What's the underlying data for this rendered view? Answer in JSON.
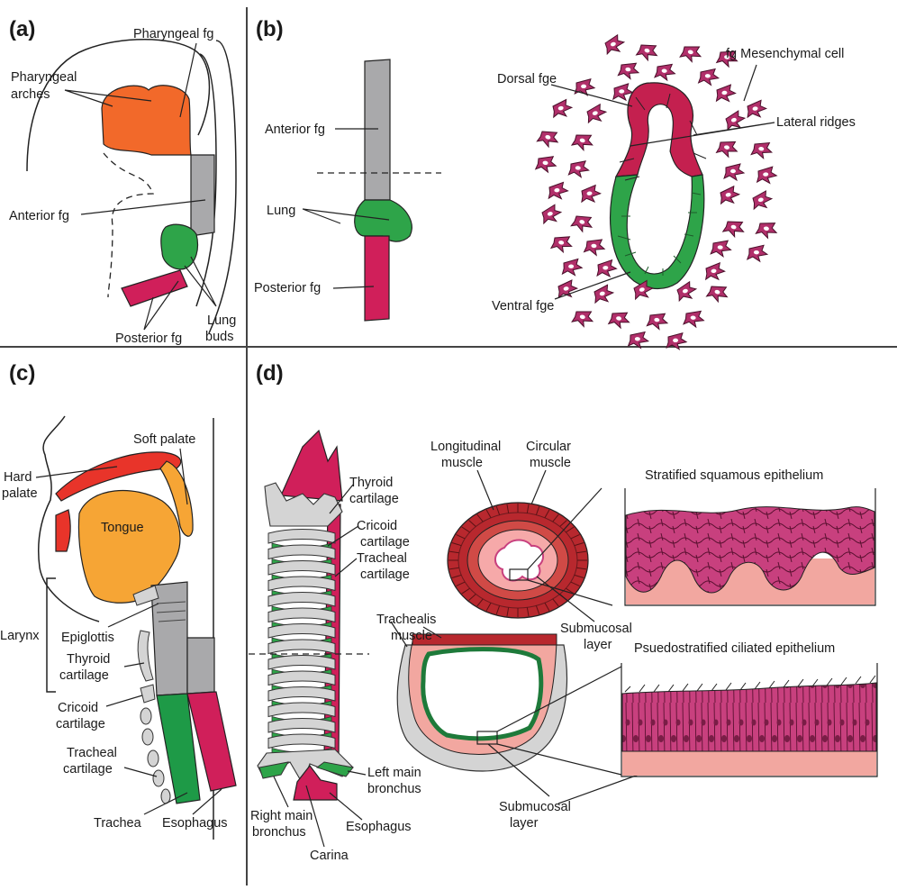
{
  "colors": {
    "pharyngeal": "#f2692a",
    "anterior": "#a9a9ab",
    "lung": "#2ea449",
    "posterior": "#d01f5a",
    "palate": "#e8342a",
    "tongue": "#f6a535",
    "cartilage": "#d4d4d4",
    "lumen_pink": "#f6a9a9",
    "muscle_red": "#b8282e",
    "epithelium": "#c8407e",
    "submucosa": "#f2a7a0",
    "green_dark": "#1e7a3a",
    "dashed": "#222222"
  },
  "panels": {
    "a": {
      "letter": "(a)",
      "labels": {
        "pharyngeal_fg": "Pharyngeal fg",
        "pharyngeal_arches_1": "Pharyngeal",
        "pharyngeal_arches_2": "arches",
        "anterior_fg": "Anterior fg",
        "posterior_fg": "Posterior fg",
        "lung_buds_1": "Lung",
        "lung_buds_2": "buds"
      }
    },
    "b": {
      "letter": "(b)",
      "labels": {
        "anterior_fg": "Anterior fg",
        "lung": "Lung",
        "posterior_fg": "Posterior fg",
        "dorsal_fge": "Dorsal fge",
        "fg_mesenchymal_cell": "fg Mesenchymal cell",
        "lateral_ridges": "Lateral ridges",
        "ventral_fge": "Ventral fge"
      }
    },
    "c": {
      "letter": "(c)",
      "labels": {
        "soft_palate": "Soft palate",
        "hard_palate_1": "Hard",
        "hard_palate_2": "palate",
        "tongue": "Tongue",
        "larynx": "Larynx",
        "epiglottis": "Epiglottis",
        "thyroid_cartilage_1": "Thyroid",
        "thyroid_cartilage_2": "cartilage",
        "cricoid_cartilage_1": "Cricoid",
        "cricoid_cartilage_2": "cartilage",
        "tracheal_cartilage_1": "Tracheal",
        "tracheal_cartilage_2": "cartilage",
        "trachea": "Trachea",
        "esophagus": "Esophagus"
      }
    },
    "d": {
      "letter": "(d)",
      "labels": {
        "thyroid_cartilage_1": "Thyroid",
        "thyroid_cartilage_2": "cartilage",
        "cricoid_cartilage_1": "Cricoid",
        "cricoid_cartilage_2": "cartilage",
        "tracheal_cartilage_1": "Tracheal",
        "tracheal_cartilage_2": "cartilage",
        "longitudinal_muscle_1": "Longitudinal",
        "longitudinal_muscle_2": "muscle",
        "circular_muscle_1": "Circular",
        "circular_muscle_2": "muscle",
        "trachealis_muscle_1": "Trachealis",
        "trachealis_muscle_2": "muscle",
        "submucosal_layer_top_1": "Submucosal",
        "submucosal_layer_top_2": "layer",
        "submucosal_layer_bottom_1": "Submucosal",
        "submucosal_layer_bottom_2": "layer",
        "stratified": "Stratified squamous epithelium",
        "pseudostratified": "Psuedostratified ciliated epithelium",
        "left_main_bronchus_1": "Left main",
        "left_main_bronchus_2": "bronchus",
        "right_main_bronchus_1": "Right main",
        "right_main_bronchus_2": "bronchus",
        "esophagus": "Esophagus",
        "carina": "Carina"
      }
    }
  }
}
